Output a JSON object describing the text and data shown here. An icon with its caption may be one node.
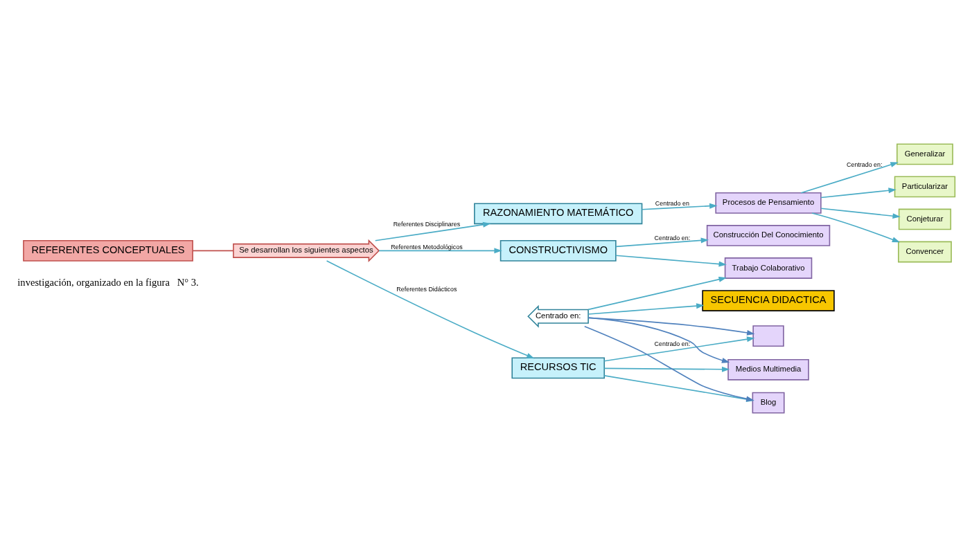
{
  "diagram": {
    "nodes": [
      {
        "text": [
          "REFERENTES CONCEPTUALES"
        ]
      },
      {
        "text": [
          "Se desarrollan los siguientes aspectos"
        ]
      },
      {
        "text": [
          "RAZONAMIENTO MATEMÁTICO"
        ]
      },
      {
        "text": [
          "Procesos de Pensamiento"
        ]
      },
      {
        "text": [
          "Generalizar"
        ]
      },
      {
        "text": [
          "Particularizar"
        ]
      },
      {
        "text": [
          "Conjeturar"
        ]
      },
      {
        "text": [
          "Convencer"
        ]
      },
      {
        "text": [
          "CONSTRUCTIVISMO"
        ]
      },
      {
        "text": [
          "Construcción Del Conocimiento"
        ]
      },
      {
        "text": [
          "Trabajo Colaborativo"
        ]
      },
      {
        "text": [
          "RECURSOS TIC"
        ]
      },
      {
        "text": [],
        "shape": "box"
      },
      {
        "text": [
          "Blog"
        ]
      },
      {
        "text": [
          "Medios Multimedia"
        ]
      },
      {
        "text": [
          "Centrado en:"
        ]
      },
      {
        "text": [
          "SECUENCIA DIDACTICA"
        ]
      }
    ],
    "edges": [
      {
        "from": 0,
        "to": 1,
        "arrow": "none",
        "color": "#c0504d"
      },
      {
        "from": 1,
        "to": 2,
        "arrow": "to",
        "label": "Referentes Disciplinares"
      },
      {
        "from": 1,
        "to": 8,
        "arrow": "to",
        "label": "Referentes Metodológicos"
      },
      {
        "from": 1,
        "to": 11,
        "arrow": "to",
        "label": "Referentes Didácticos"
      },
      {
        "from": 2,
        "to": 3,
        "arrow": "to",
        "label": "Centrado en"
      },
      {
        "from": 3,
        "to": 4,
        "arrow": "to",
        "label": "Centrado en:"
      },
      {
        "from": 3,
        "to": 5,
        "arrow": "to"
      },
      {
        "from": 3,
        "to": 6,
        "arrow": "to"
      },
      {
        "from": 3,
        "to": 7,
        "arrow": "to"
      },
      {
        "from": 8,
        "to": 9,
        "arrow": "to",
        "label": "Centrado en:"
      },
      {
        "from": 8,
        "to": 10,
        "arrow": "to"
      },
      {
        "from": 11,
        "to": 12,
        "arrow": "to",
        "label": "Centrado en:"
      },
      {
        "from": 11,
        "to": 13,
        "arrow": "to"
      },
      {
        "from": 11,
        "to": 14,
        "arrow": "to"
      },
      {
        "from": 15,
        "to": 12,
        "arrow": "to",
        "color": "#4f81bd"
      },
      {
        "from": 15,
        "to": 13,
        "arrow": "to",
        "color": "#4f81bd"
      },
      {
        "from": 15,
        "to": 14,
        "arrow": "to",
        "color": "#4f81bd"
      },
      {
        "from": 15,
        "to": 10,
        "arrow": "to"
      },
      {
        "from": 15,
        "to": 16,
        "arrow": "to"
      }
    ],
    "labels": [
      "investigación, organizado en la figura   N° 3."
    ]
  }
}
